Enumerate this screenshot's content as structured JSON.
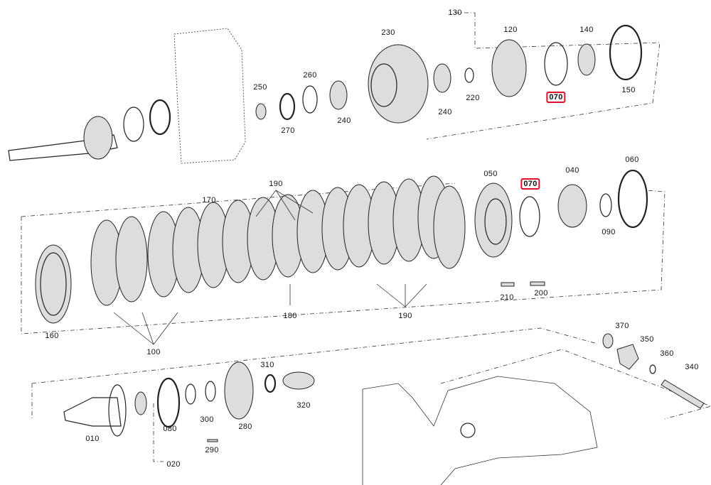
{
  "diagram": {
    "title": "Transmission clutch exploded parts diagram",
    "highlight_color": "#e0102a",
    "labels": [
      {
        "id": "130",
        "highlighted": false
      },
      {
        "id": "120",
        "highlighted": false
      },
      {
        "id": "140",
        "highlighted": false
      },
      {
        "id": "230",
        "highlighted": false
      },
      {
        "id": "260",
        "highlighted": false
      },
      {
        "id": "250",
        "highlighted": false
      },
      {
        "id": "270",
        "highlighted": false
      },
      {
        "id": "240",
        "highlighted": false
      },
      {
        "id": "220",
        "highlighted": false
      },
      {
        "id": "240",
        "highlighted": false
      },
      {
        "id": "070",
        "highlighted": true
      },
      {
        "id": "150",
        "highlighted": false
      },
      {
        "id": "050",
        "highlighted": false
      },
      {
        "id": "070",
        "highlighted": true
      },
      {
        "id": "040",
        "highlighted": false
      },
      {
        "id": "060",
        "highlighted": false
      },
      {
        "id": "190",
        "highlighted": false
      },
      {
        "id": "170",
        "highlighted": false
      },
      {
        "id": "090",
        "highlighted": false
      },
      {
        "id": "160",
        "highlighted": false
      },
      {
        "id": "180",
        "highlighted": false
      },
      {
        "id": "190",
        "highlighted": false
      },
      {
        "id": "210",
        "highlighted": false
      },
      {
        "id": "200",
        "highlighted": false
      },
      {
        "id": "100",
        "highlighted": false
      },
      {
        "id": "370",
        "highlighted": false
      },
      {
        "id": "350",
        "highlighted": false
      },
      {
        "id": "360",
        "highlighted": false
      },
      {
        "id": "340",
        "highlighted": false
      },
      {
        "id": "310",
        "highlighted": false
      },
      {
        "id": "320",
        "highlighted": false
      },
      {
        "id": "010",
        "highlighted": false
      },
      {
        "id": "080",
        "highlighted": false
      },
      {
        "id": "300",
        "highlighted": false
      },
      {
        "id": "280",
        "highlighted": false
      },
      {
        "id": "290",
        "highlighted": false
      },
      {
        "id": "020",
        "highlighted": false
      }
    ]
  }
}
